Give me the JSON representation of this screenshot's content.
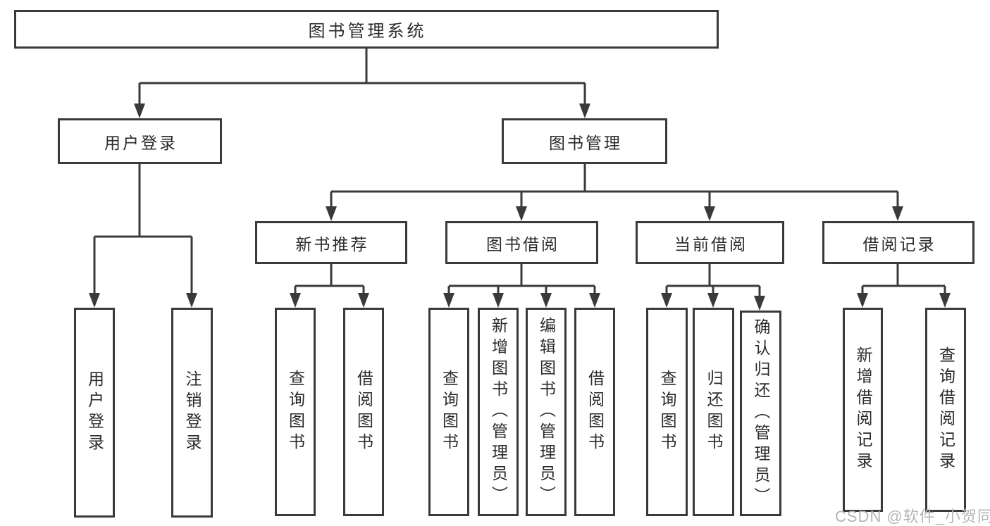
{
  "colors": {
    "line": "#3a3a3a",
    "text": "#2b2b2b",
    "watermark": "#b5b5b5",
    "background": "#ffffff"
  },
  "watermark": "CSDN @软件_小贺同学",
  "nodes": {
    "root": "图书管理系统",
    "userLogin": "用户登录",
    "bookManagement": "图书管理",
    "newBookRecommend": "新书推荐",
    "bookBorrow": "图书借阅",
    "currentBorrow": "当前借阅",
    "borrowRecord": "借阅记录",
    "userLoginLeaf": "用户登录",
    "logoutLeaf": "注销登录",
    "nbQueryBook": "查询图书",
    "nbBorrowBook": "借阅图书",
    "bbQueryBook": "查询图书",
    "bbAddBook": "新增图书（管理员）",
    "bbEditBook": "编辑图书（管理员）",
    "bbBorrowBook": "借阅图书",
    "cbQueryBook": "查询图书",
    "cbReturnBook": "归还图书",
    "cbConfirmReturn": "确认归还（管理员）",
    "brAddRecord": "新增借阅记录",
    "brQueryRecord": "查询借阅记录"
  }
}
